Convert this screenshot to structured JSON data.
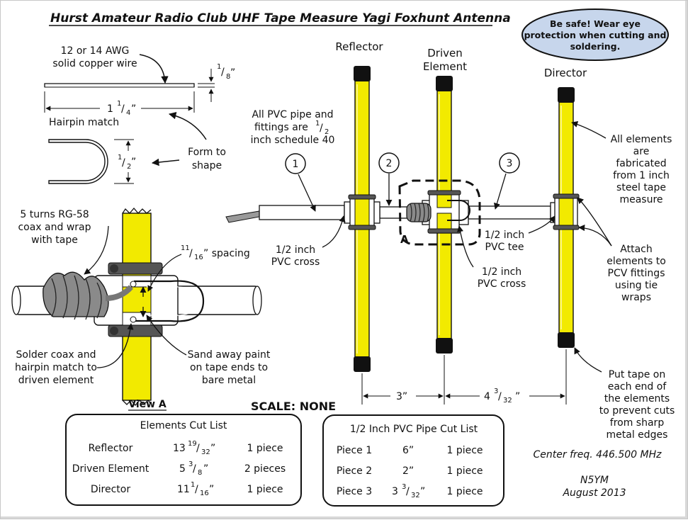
{
  "title": "Hurst Amateur Radio Club UHF Tape Measure Yagi Foxhunt Antenna",
  "safety": [
    "Be safe!  Wear eye",
    "protection when cutting and",
    "soldering."
  ],
  "hairpin": {
    "wire_note": [
      "12 or 14 AWG",
      "solid copper wire"
    ],
    "thickness": {
      "num": "1",
      "den": "8",
      "unit": "”"
    },
    "length": {
      "whole": "1 ",
      "num": "1",
      "den": "4",
      "unit": "”"
    },
    "name": "Hairpin match",
    "height": {
      "num": "1",
      "den": "2",
      "unit": "”"
    },
    "form_note": [
      "Form to",
      "shape"
    ]
  },
  "elements": {
    "reflector": "Reflector",
    "driven": [
      "Driven",
      "Element"
    ],
    "director": "Director"
  },
  "pvc_note": {
    "line1": "All PVC pipe and",
    "line2a": "fittings are ",
    "num": "1",
    "den": "2",
    "line3": "inch schedule 40"
  },
  "pieces": [
    "1",
    "2",
    "3"
  ],
  "detail_label": "A",
  "fitting_labels": {
    "cross_left": [
      "1/2 inch",
      "PVC cross"
    ],
    "tee": [
      "1/2 inch",
      "PVC tee"
    ],
    "cross_center": [
      "1/2 inch",
      "PVC cross"
    ]
  },
  "right_notes": {
    "fabricated": [
      "All elements",
      "are",
      "fabricated",
      "from 1 inch",
      "steel tape",
      "measure"
    ],
    "attach": [
      "Attach",
      "elements to",
      "PCV fittings",
      "using tie",
      "wraps"
    ],
    "tape": [
      "Put tape on",
      "each end of",
      "the elements",
      "to prevent cuts",
      "from sharp",
      "metal edges"
    ]
  },
  "view_a": {
    "coax_note": [
      "5 turns RG-58",
      "coax and wrap",
      "with tape"
    ],
    "spacing": {
      "num": "11",
      "den": "16",
      "unit": "” spacing"
    },
    "solder_note": [
      "Solder coax and",
      "hairpin match to",
      "driven element"
    ],
    "sand_note": [
      "Sand away paint",
      "on tape ends to",
      "bare metal"
    ],
    "title": "View A"
  },
  "dims": {
    "spacing1": "3”",
    "spacing2": {
      "whole": "4 ",
      "num": "3",
      "den": "32",
      "unit": "”"
    }
  },
  "scale": "SCALE: NONE",
  "elements_cut_list": {
    "title": "Elements Cut List",
    "rows": [
      {
        "name": "Reflector",
        "whole": "13 ",
        "num": "19",
        "den": "32",
        "unit": "”",
        "qty": "1 piece"
      },
      {
        "name": "Driven Element",
        "whole": "5 ",
        "num": "3",
        "den": "8",
        "unit": "”",
        "qty": "2 pieces"
      },
      {
        "name": "Director",
        "whole": "11 ",
        "num": "1",
        "den": "16",
        "unit": "”",
        "qty": "1 piece"
      }
    ]
  },
  "pvc_cut_list": {
    "title": "1/2 Inch PVC Pipe Cut List",
    "rows": [
      {
        "name": "Piece 1",
        "whole": "6”",
        "num": "",
        "den": "",
        "unit": "",
        "qty": "1 piece"
      },
      {
        "name": "Piece  2",
        "whole": "2”",
        "num": "",
        "den": "",
        "unit": "",
        "qty": "1 piece"
      },
      {
        "name": "Piece 3",
        "whole": "3 ",
        "num": "3",
        "den": "32",
        "unit": "”",
        "qty": "1 piece"
      }
    ]
  },
  "footer": {
    "freq": "Center freq. 446.500 MHz",
    "callsign": "N5YM",
    "date": "August 2013"
  },
  "colors": {
    "element_yellow": "#f2ea00",
    "safety_fill": "#c7d6ec",
    "coax_gray": "#8a8a8a"
  }
}
